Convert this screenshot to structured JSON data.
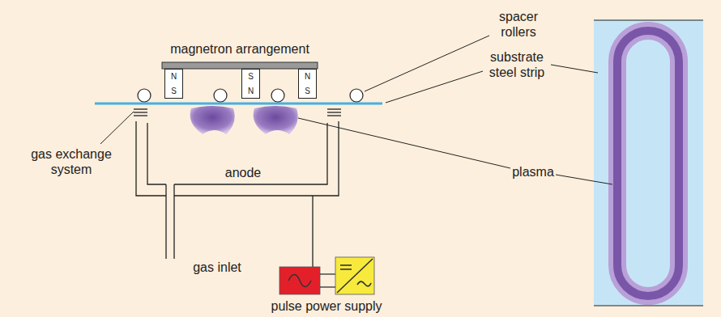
{
  "diagram": {
    "nodes": [
      {
        "text": [
          "N",
          "S"
        ]
      },
      {
        "text": [
          "S",
          "N"
        ]
      },
      {
        "text": [
          "N",
          "S"
        ]
      }
    ],
    "labels": [
      "magnetron arrangement",
      "spacer rollers",
      "substrate steel strip",
      "gas exchange system",
      "plasma",
      "anode",
      "gas inlet",
      "pulse power supply"
    ]
  }
}
